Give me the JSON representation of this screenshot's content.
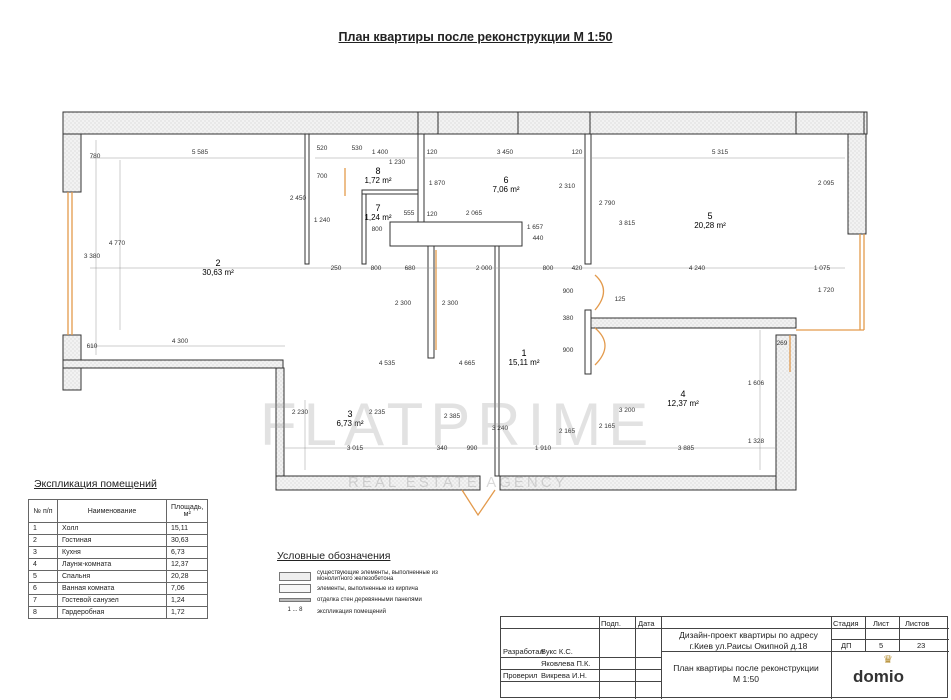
{
  "title": "План квартиры после реконструкции  М 1:50",
  "watermark": {
    "brand": "FLATPRIME",
    "tagline": "REAL ESTATE AGENCY"
  },
  "rooms": [
    {
      "num": "1",
      "area": "15,11 m²"
    },
    {
      "num": "2",
      "area": "30,63 m²"
    },
    {
      "num": "3",
      "area": "6,73 m²"
    },
    {
      "num": "4",
      "area": "12,37 m²"
    },
    {
      "num": "5",
      "area": "20,28 m²"
    },
    {
      "num": "6",
      "area": "7,06 m²"
    },
    {
      "num": "7",
      "area": "1,24 m²"
    },
    {
      "num": "8",
      "area": "1,72 m²"
    }
  ],
  "dimensions": [
    "5 585",
    "1 400",
    "3 450",
    "5 315",
    "780",
    "520",
    "530",
    "700",
    "1 230",
    "2 450",
    "1 240",
    "3 380",
    "4 770",
    "610",
    "4 300",
    "250",
    "800",
    "680",
    "2 000",
    "800",
    "420",
    "4 240",
    "1 075",
    "2 790",
    "3 815",
    "2 095",
    "1 720",
    "2 300",
    "2 300",
    "4 535",
    "4 665",
    "2 230",
    "2 235",
    "2 385",
    "3 015",
    "340",
    "990",
    "1 910",
    "3 240",
    "2 165",
    "2 165",
    "3 200",
    "3 885",
    "1 606",
    "1 328",
    "269",
    "900",
    "900",
    "380",
    "125",
    "120",
    "120",
    "1 870",
    "2 310",
    "2 065",
    "555",
    "800",
    "1 657",
    "440",
    "120"
  ],
  "explication": {
    "title": "Экспликация помещений",
    "headers": [
      "№ п/п",
      "Наименование",
      "Площадь, м²"
    ],
    "rows": [
      [
        "1",
        "Холл",
        "15,11"
      ],
      [
        "2",
        "Гостиная",
        "30,63"
      ],
      [
        "3",
        "Кухня",
        "6,73"
      ],
      [
        "4",
        "Лаунж-комната",
        "12,37"
      ],
      [
        "5",
        "Спальня",
        "20,28"
      ],
      [
        "6",
        "Ванная комната",
        "7,06"
      ],
      [
        "7",
        "Гостевой санузел",
        "1,24"
      ],
      [
        "8",
        "Гардеробная",
        "1,72"
      ]
    ]
  },
  "legend": {
    "title": "Условные обозначения",
    "items": [
      "существующие элементы, выполненные из монолитного железобетона",
      "элементы, выполненные из кирпича",
      "отделка стен деревянными панелями",
      "экспликация помещений"
    ],
    "explication_symbol": "1 ... 8"
  },
  "stamp": {
    "col_podp": "Подп.",
    "col_data": "Дата",
    "project_line1": "Дизайн-проект квартиры по адресу",
    "project_line2": "г.Киев ул.Раисы Окипной д.18",
    "razrabotal_label": "Разработал",
    "razrabotal_name": "Вукс К.С.",
    "second_name": "Яковлева П.К.",
    "proveril_label": "Проверил",
    "proveril_name": "Викрева И.Н.",
    "stadia_label": "Стадия",
    "list_label": "Лист",
    "listov_label": "Листов",
    "stadia": "ДП",
    "list": "5",
    "listov": "23",
    "sheet_title_line1": "План квартиры после реконструкции",
    "sheet_title_line2": "М 1:50",
    "logo": "domio"
  },
  "colors": {
    "wall": "#ffffff",
    "wall_stroke": "#333333",
    "door": "#e39a4c",
    "hatch": "#bdbdbd"
  }
}
